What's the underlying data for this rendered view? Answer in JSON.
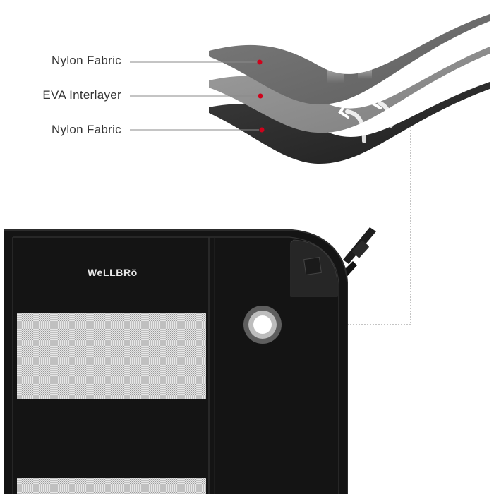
{
  "layers": {
    "top_label": "Nylon Fabric",
    "middle_label": "EVA Interlayer",
    "bottom_label": "Nylon Fabric"
  },
  "brand": {
    "logo_text": "WeLLBRŏ"
  },
  "colors": {
    "top_layer": "#6b6b6b",
    "middle_layer": "#8e8e8e",
    "bottom_layer": "#2f2f2f",
    "marker_dot": "#d0021b",
    "panel": "#141414",
    "mesh": "#d6d6d6",
    "leader_line": "#8a8a8a"
  },
  "icons": [
    "airflow-arrow-icon",
    "grommet-icon",
    "strap-buckle-icon"
  ]
}
